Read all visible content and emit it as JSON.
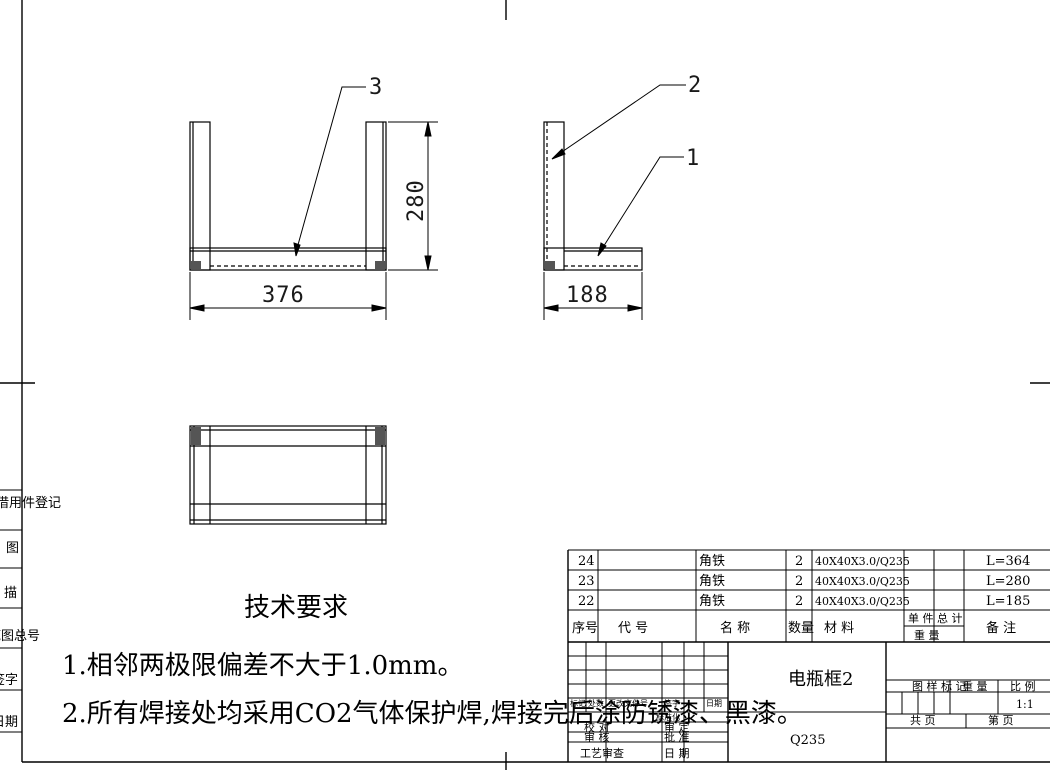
{
  "drawing": {
    "dimensions": {
      "front_width": "376",
      "front_height": "280",
      "side_width": "188"
    },
    "balloons": [
      "1",
      "2",
      "3"
    ],
    "left_strip": {
      "registration": "借用件登记",
      "drawing": "图",
      "trace": "描",
      "drawing_no": "底图总号",
      "signature": "签字",
      "date": "日期"
    },
    "tech_requirements": {
      "title": "技术要求",
      "items": [
        "1.相邻两极限偏差不大于1.0mm。",
        "2.所有焊接处均采用CO2气体保护焊,焊接完后涂防锈漆、黑漆。"
      ]
    },
    "bom": {
      "rows": [
        {
          "no": "24",
          "code": "",
          "name": "角铁",
          "qty": "2",
          "material": "40X40X3.0/Q235",
          "unit_wt": "",
          "total_wt": "",
          "remark": "L=364"
        },
        {
          "no": "23",
          "code": "",
          "name": "角铁",
          "qty": "2",
          "material": "40X40X3.0/Q235",
          "unit_wt": "",
          "total_wt": "",
          "remark": "L=280"
        },
        {
          "no": "22",
          "code": "",
          "name": "角铁",
          "qty": "2",
          "material": "40X40X3.0/Q235",
          "unit_wt": "",
          "total_wt": "",
          "remark": "L=185"
        }
      ],
      "header": {
        "no": "序号",
        "code": "代  号",
        "name": "名        称",
        "qty": "数量",
        "material": "材      料",
        "unit_total": "单 件 总 计",
        "weight": "重    量",
        "remark": "备    注"
      }
    },
    "title_block": {
      "part_name": "电瓶框2",
      "material": "Q235",
      "marks_label": "图 样 标 记",
      "weight_label": "重  量",
      "scale_label": "比  例",
      "scale": "1:1",
      "sheets_total": "共      页",
      "sheet_no": "第      页",
      "rev_labels": [
        "标记",
        "处数",
        "更改文件号",
        "签字",
        "日期"
      ],
      "sign_rows": [
        {
          "left": "校  对",
          "right": "审  定"
        },
        {
          "left": "审  核",
          "right": "批  准"
        },
        {
          "left": "工艺审查",
          "right": "日  期"
        }
      ],
      "std_label": "标准化"
    }
  }
}
